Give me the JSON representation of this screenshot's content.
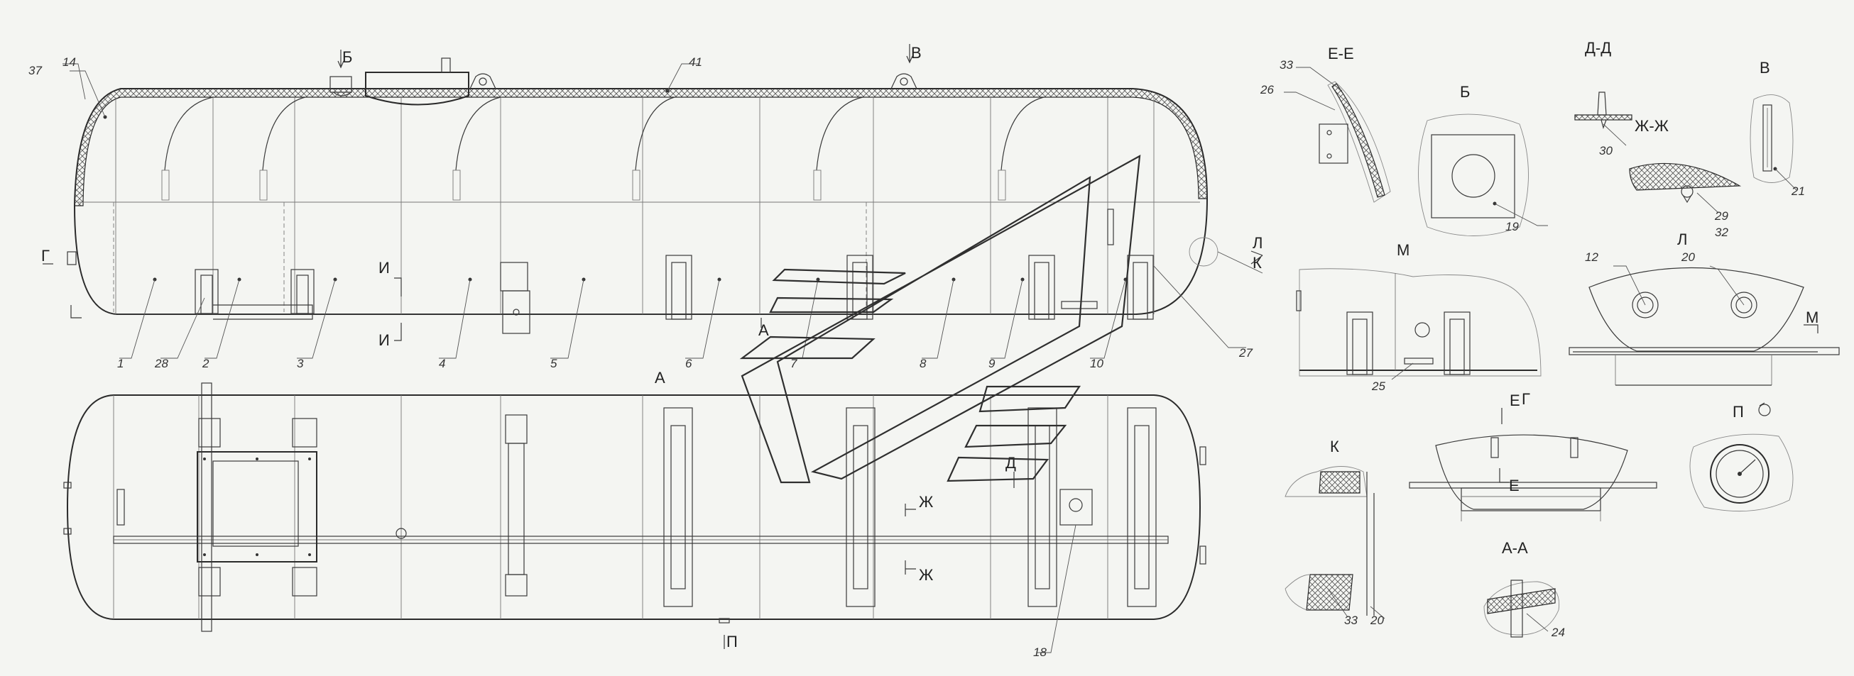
{
  "part_numbers": {
    "p1": "1",
    "p2": "2",
    "p3": "3",
    "p4": "4",
    "p5": "5",
    "p6": "6",
    "p7": "7",
    "p8": "8",
    "p9": "9",
    "p10": "10",
    "p12": "12",
    "p14": "14",
    "p18": "18",
    "p19": "19",
    "p20a": "20",
    "p20b": "20",
    "p21": "21",
    "p24": "24",
    "p25": "25",
    "p26": "26",
    "p27": "27",
    "p28": "28",
    "p29": "29",
    "p30": "30",
    "p32": "32",
    "p33a": "33",
    "p33b": "33",
    "p37": "37",
    "p41": "41"
  },
  "section_marks": {
    "b": "Б",
    "v": "В",
    "g_left": "Г",
    "i_top": "И",
    "i_bot": "И",
    "a_arrow": "А",
    "zh_top": "Ж",
    "zh_bot": "Ж",
    "d": "Д",
    "p_bottom": "П",
    "l_side": "Л",
    "k_side": "К",
    "e_mark": "Е",
    "g_mark": "Г",
    "e_mark2": "Е",
    "m_mark": "М"
  },
  "view_titles": {
    "ee": "Е-Е",
    "b": "Б",
    "dd": "Д-Д",
    "v": "В",
    "zhzh": "Ж-Ж",
    "m": "М",
    "l": "Л",
    "k": "К",
    "aa": "А-А",
    "p": "П",
    "a_plan": "А"
  }
}
